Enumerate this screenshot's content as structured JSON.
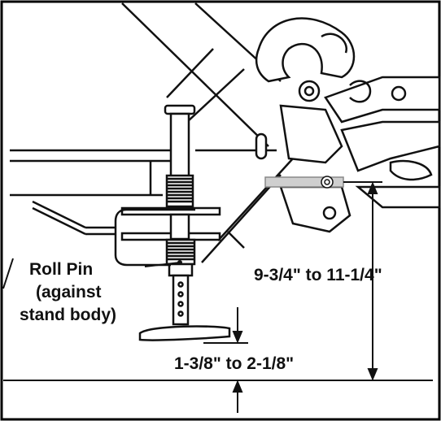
{
  "figure": {
    "labels": {
      "roll_pin_line1": "Roll Pin",
      "roll_pin_line2": "(against",
      "roll_pin_line3": "stand body)",
      "upper_dimension": "9-3/4\" to 11-1/4\"",
      "lower_dimension": "1-3/8\" to 2-1/8\""
    },
    "colors": {
      "line": "#111111",
      "background": "#ffffff",
      "pin_fill": "#cfcfcf",
      "frame": "#000000"
    }
  }
}
